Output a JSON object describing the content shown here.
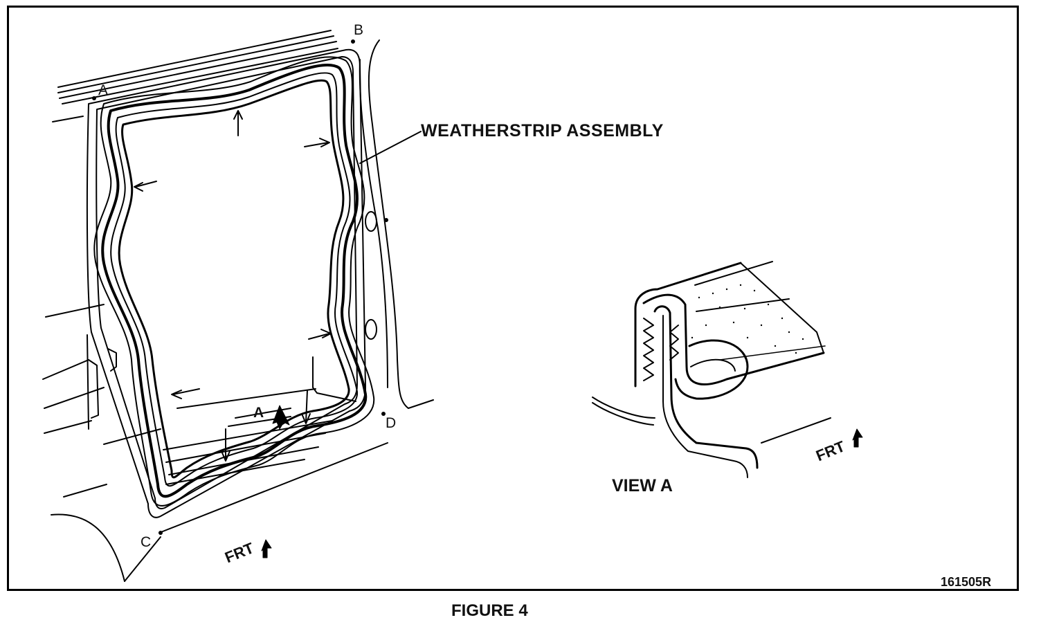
{
  "labels": {
    "component": "WEATHERSTRIP ASSEMBLY",
    "detail_view": "VIEW A",
    "view_marker": "A",
    "figure": "FIGURE 4",
    "code": "161505R",
    "front_main": "FRT",
    "front_detail": "FRT"
  },
  "points": {
    "a": "A",
    "b": "B",
    "c": "C",
    "d": "D"
  },
  "colors": {
    "ink": "#000000",
    "paper": "#ffffff"
  }
}
